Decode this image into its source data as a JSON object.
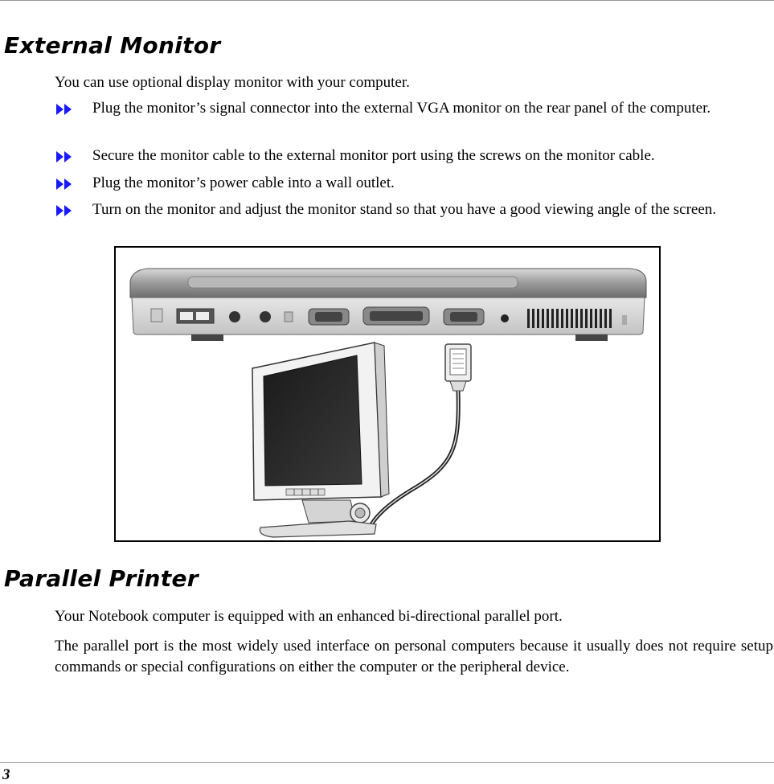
{
  "sections": [
    {
      "heading": "External Monitor",
      "intro": "You can use optional display monitor with your computer.",
      "bullets": [
        "Plug the monitor’s signal connector into the external VGA monitor on the rear panel of the computer.",
        "Secure the monitor cable to the external monitor port using the screws on the monitor cable.",
        "Plug the monitor’s power cable into a wall outlet.",
        "Turn on the monitor and adjust the monitor stand so that you have a good viewing angle of the screen."
      ]
    },
    {
      "heading": "Parallel Printer",
      "para1": "Your Notebook computer is equipped with an enhanced bi-directional parallel port.",
      "para2": "The parallel port is the most widely used interface on personal computers because it usually does not require setup commands or special configurations on either the computer or the peripheral device."
    }
  ],
  "bullet_icon": "double-arrow-icon",
  "bullet_color": "#1a1aff",
  "page_number": "3"
}
